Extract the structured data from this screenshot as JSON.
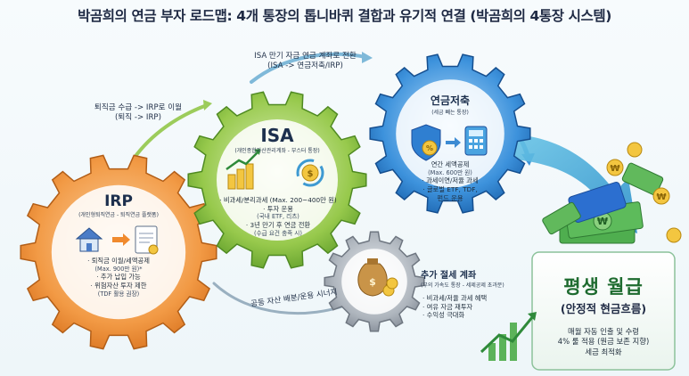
{
  "title": "박곰희의 연금 부자 로드맵: 4개 통장의 톱니바퀴 결합과 유기적 연결 (박곰희의 4통장 시스템)",
  "arrows": {
    "irp_to_isa": [
      "퇴직금 수급 -> IRP로 이월",
      "(퇴직 -> IRP)"
    ],
    "isa_to_pension": [
      "ISA 만기 자금 연금 계좌로 전환",
      "(ISA -> 연금저축/IRP)"
    ],
    "synergy": "공동 자산 배분/운용 시너지"
  },
  "irp": {
    "name": "IRP",
    "subtitle": "(개인형퇴직연금 - 퇴직연금 플랫폼)",
    "bullets": [
      "· 퇴직금 이월/세액공제",
      "(Max. 900만 원)*",
      "· 추가 납입 가능",
      "· 위험자산 투자 제한",
      "(TDF 활용 권장)"
    ]
  },
  "isa": {
    "name": "ISA",
    "subtitle": "(개인종합자산관리계좌 - 부스터 통장)",
    "bullets": [
      "· 비과세/분리과세 (Max. 200~400만 원)",
      "· 투자 운용",
      "(국내 ETF, 리츠)",
      "· 3년 만기 후 연금 전환",
      "(수급 요건 충족 시)"
    ]
  },
  "pension": {
    "name": "연금저축",
    "subtitle": "(세금 빼는 통장)",
    "bullets": [
      "연간 세액공제",
      "(Max. 600만 원)",
      "· 과세이연/저율 과세",
      "· 글로벌 ETF, TDF,",
      "펀드 운용"
    ]
  },
  "extra": {
    "name": "추가 절세 계좌",
    "subtitle": "(부의 가속도 통장 - 세제공제 초과분)",
    "bullets": [
      "· 비과세/저율 과세 혜택",
      "· 여유 자금 재투자",
      "· 수익성 극대화"
    ]
  },
  "result": {
    "title": "평생 월급",
    "subtitle": "(안정적 현금흐름)",
    "lines": [
      "매월 자동 인출 및 수령",
      "4% 룰 적용 (원금 보존 지향)",
      "세금 최적화"
    ]
  },
  "colors": {
    "irp_gear": "#f0913a",
    "isa_gear": "#8cc53f",
    "pension_gear": "#2f86d6",
    "extra_gear": "#a9b0b8",
    "money": "#3f9b46",
    "result_title": "#1e6b2f"
  },
  "icons": [
    "house-icon",
    "document-icon",
    "coins-icon",
    "growth-chart-icon",
    "dollar-cycle-icon",
    "shield-percent-icon",
    "calculator-icon",
    "money-bag-icon",
    "money-stack-icon",
    "card-icon",
    "growth-arrow-icon"
  ]
}
